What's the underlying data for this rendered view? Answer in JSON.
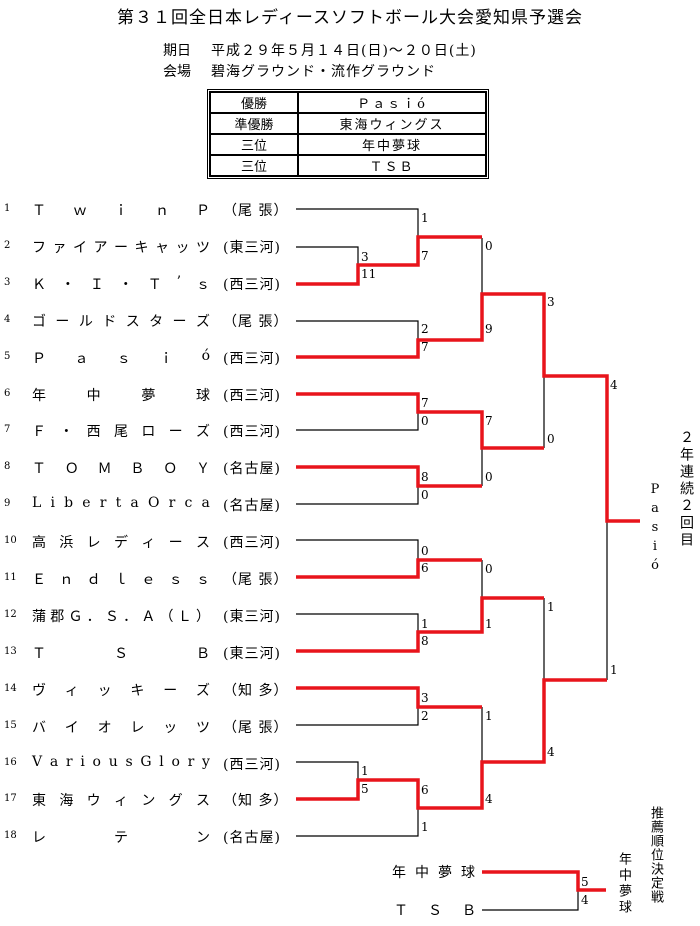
{
  "title": "第３１回全日本レディースソフトボール大会愛知県予選会",
  "info": [
    {
      "label": "期日",
      "value": "平成２９年５月１４日(日)～２０日(土)"
    },
    {
      "label": "会場",
      "value": "碧海グラウンド・流作グラウンド"
    }
  ],
  "results": [
    {
      "rank": "優勝",
      "team": "Ｐａｓｉó"
    },
    {
      "rank": "準優勝",
      "team": "東海ウィングス"
    },
    {
      "rank": "三位",
      "team": "年中夢球"
    },
    {
      "rank": "三位",
      "team": "ＴＳＢ"
    }
  ],
  "teams": [
    {
      "no": "1",
      "name": "Ｔｗｉｎ Ｐ",
      "pref": "（尾 張）"
    },
    {
      "no": "2",
      "name": "ファイアーキャッツ",
      "pref": "(東三河)"
    },
    {
      "no": "3",
      "name": "Ｋ・Ｉ・Ｔ’ｓ",
      "pref": "(西三河)"
    },
    {
      "no": "4",
      "name": "ゴールドスターズ",
      "pref": "（尾 張）"
    },
    {
      "no": "5",
      "name": "Ｐａｓｉó",
      "pref": "(西三河)"
    },
    {
      "no": "6",
      "name": "年中夢球",
      "pref": "(西三河)"
    },
    {
      "no": "7",
      "name": "Ｆ・西尾ローズ",
      "pref": "(西三河)"
    },
    {
      "no": "8",
      "name": "ＴＯＭ ＢＯＹ",
      "pref": "(名古屋)"
    },
    {
      "no": "9",
      "name": "Liberta Orca",
      "pref": "(名古屋)"
    },
    {
      "no": "10",
      "name": "高浜レディース",
      "pref": "(西三河)"
    },
    {
      "no": "11",
      "name": "Ｅｎｄｌｅｓｓ",
      "pref": "（尾 張）"
    },
    {
      "no": "12",
      "name": "蒲郡Ｇ．Ｓ．Ａ（Ｌ）",
      "pref": "(東三河)"
    },
    {
      "no": "13",
      "name": "Ｔ Ｓ Ｂ",
      "pref": "(東三河)"
    },
    {
      "no": "14",
      "name": "ヴィッキーズ",
      "pref": "（知 多）"
    },
    {
      "no": "15",
      "name": "バイオレッツ",
      "pref": "（尾 張）"
    },
    {
      "no": "16",
      "name": "Various Glory",
      "pref": "(西三河)"
    },
    {
      "no": "17",
      "name": "東海ウィングス",
      "pref": "（知 多）"
    },
    {
      "no": "18",
      "name": "レテン",
      "pref": "(名古屋)"
    }
  ],
  "scores": {
    "r1_2_3": [
      "3",
      "11"
    ],
    "r2_1": [
      "1",
      "7"
    ],
    "r1_4_5": [
      "2",
      "7"
    ],
    "r1_6_7": [
      "7",
      "0"
    ],
    "r1_8_9": [
      "8",
      "0"
    ],
    "r1_10_11": [
      "0",
      "6"
    ],
    "r1_12_13": [
      "1",
      "8"
    ],
    "r1_14_15": [
      "3",
      "2"
    ],
    "r1_16_17": [
      "1",
      "5"
    ],
    "r2_18": [
      "6",
      "1"
    ],
    "qf_1": [
      "0",
      "9"
    ],
    "qf_2": [
      "7",
      "0"
    ],
    "qf_3": [
      "0",
      "1"
    ],
    "qf_4": [
      "1",
      "4"
    ],
    "sf_1": [
      "3",
      "0"
    ],
    "sf_2": [
      "1",
      "4"
    ],
    "final": [
      "4",
      "1"
    ],
    "playoff": [
      "5",
      "4"
    ]
  },
  "champion": {
    "name": "Pasió",
    "note": "２年連続２回目"
  },
  "playoff": {
    "title": "推薦順位決定戦",
    "team_a": "年中夢球",
    "team_b": "ＴＳＢ",
    "winner": "年中夢球"
  },
  "colors": {
    "win": "#e8141b",
    "line": "#000000"
  }
}
